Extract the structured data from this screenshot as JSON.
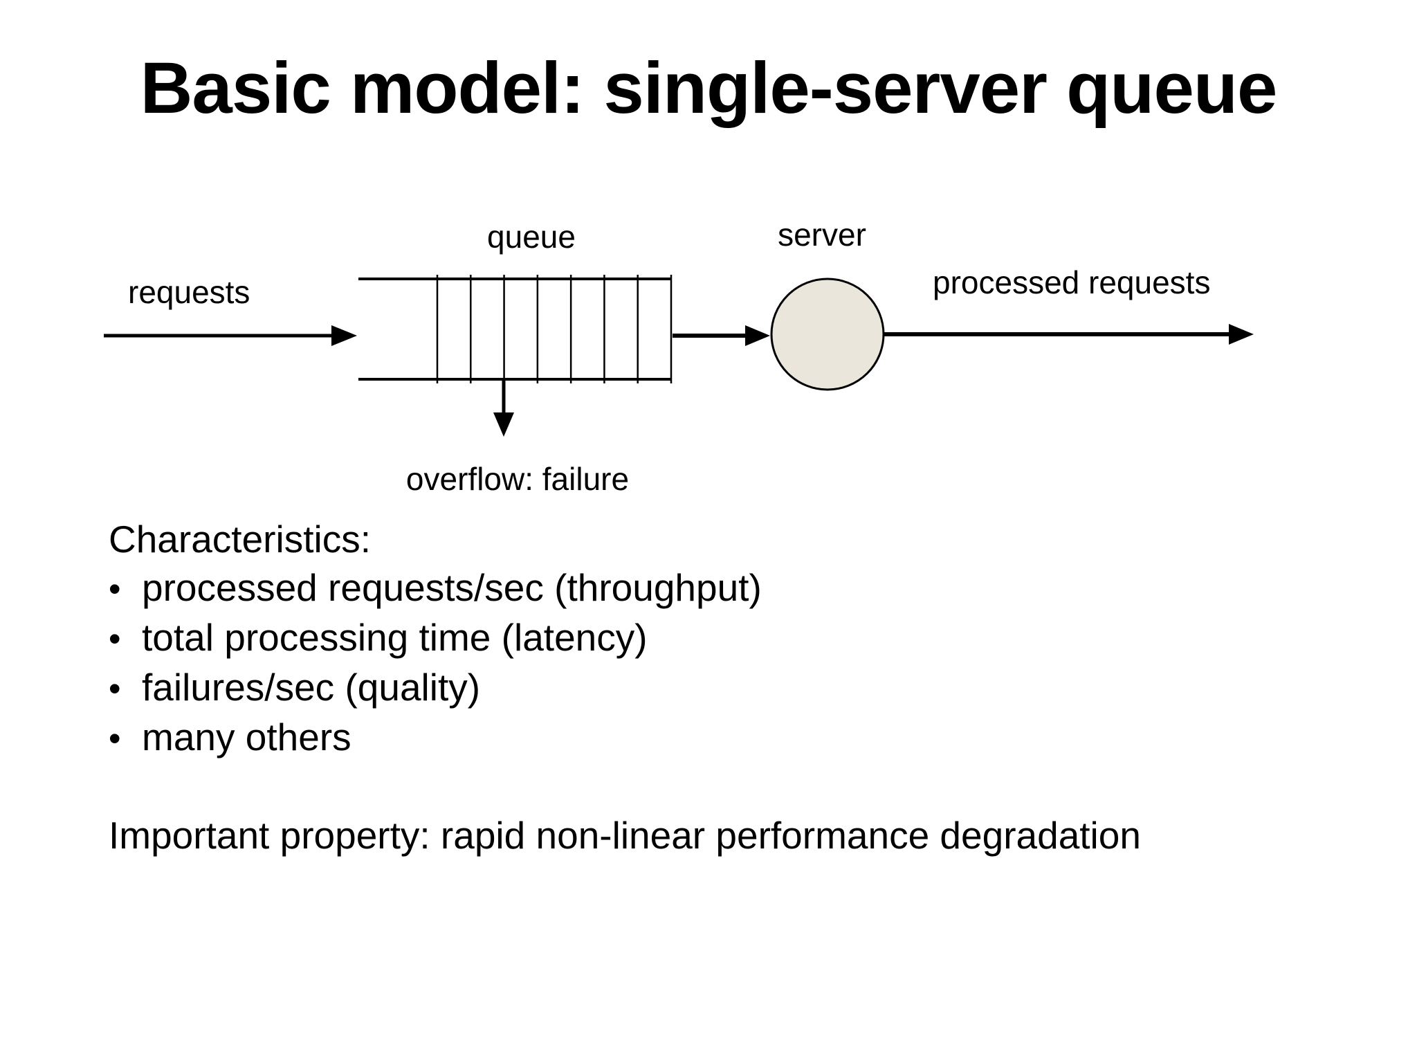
{
  "slide": {
    "title": "Basic model: single-server queue",
    "background_color": "#ffffff",
    "text_color": "#000000"
  },
  "diagram": {
    "labels": {
      "requests": "requests",
      "queue": "queue",
      "server": "server",
      "processed_requests": "processed requests",
      "overflow": "overflow: failure"
    },
    "queue_slots": 8,
    "server_fill": "#eae6dc",
    "line_color": "#000000"
  },
  "characteristics": {
    "heading": "Characteristics:",
    "bullet_glyph": "•",
    "bullets": [
      "processed requests/sec (throughput)",
      "total processing time (latency)",
      "failures/sec (quality)",
      "many others"
    ]
  },
  "note": {
    "text": "Important property: rapid non-linear performance degradation"
  }
}
